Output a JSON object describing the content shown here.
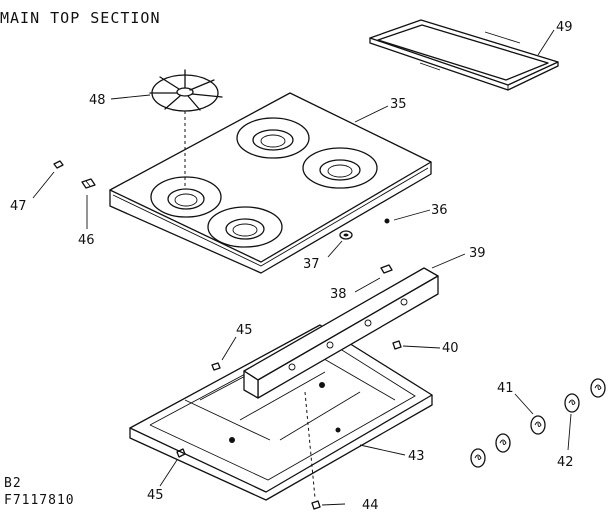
{
  "title": "MAIN TOP SECTION",
  "footer": {
    "line1": "B2",
    "line2": "F7117810"
  },
  "callouts": [
    {
      "id": "p35",
      "label": "35"
    },
    {
      "id": "p36",
      "label": "36"
    },
    {
      "id": "p37",
      "label": "37"
    },
    {
      "id": "p38",
      "label": "38"
    },
    {
      "id": "p39",
      "label": "39"
    },
    {
      "id": "p40",
      "label": "40"
    },
    {
      "id": "p41",
      "label": "41"
    },
    {
      "id": "p42",
      "label": "42"
    },
    {
      "id": "p43",
      "label": "43"
    },
    {
      "id": "p44",
      "label": "44"
    },
    {
      "id": "p45a",
      "label": "45"
    },
    {
      "id": "p45b",
      "label": "45"
    },
    {
      "id": "p46",
      "label": "46"
    },
    {
      "id": "p47",
      "label": "47"
    },
    {
      "id": "p48",
      "label": "48"
    },
    {
      "id": "p49",
      "label": "49"
    }
  ]
}
